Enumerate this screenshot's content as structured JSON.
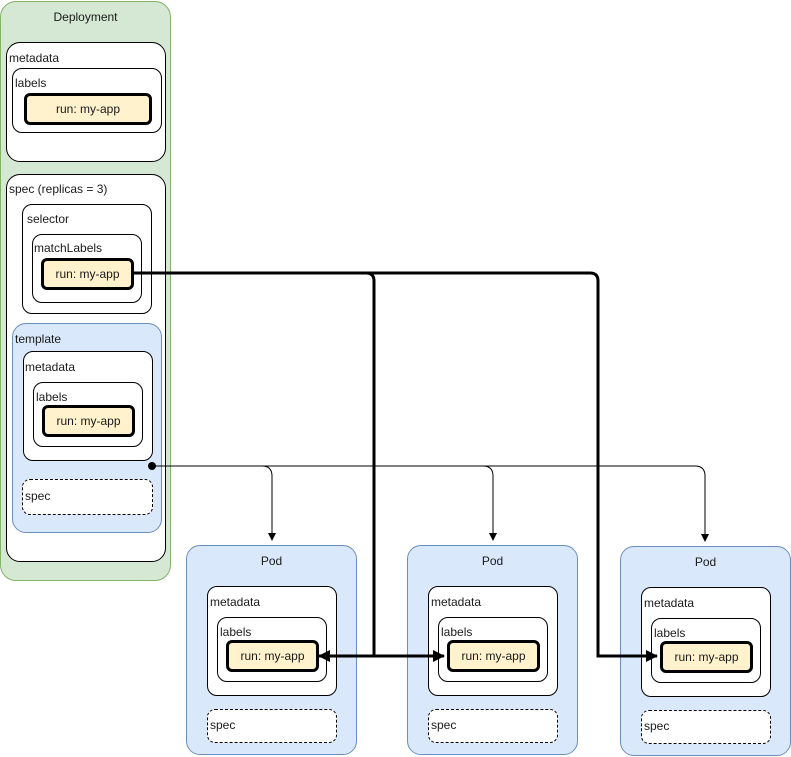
{
  "deployment": {
    "title": "Deployment",
    "metadata": {
      "title": "metadata",
      "labels": {
        "title": "labels",
        "value": "run: my-app"
      }
    },
    "spec": {
      "title": "spec (replicas = 3)",
      "selector": {
        "title": "selector",
        "matchLabels": {
          "title": "matchLabels",
          "value": "run: my-app"
        }
      },
      "template": {
        "title": "template",
        "metadata": {
          "title": "metadata",
          "labels": {
            "title": "labels",
            "value": "run: my-app"
          }
        },
        "spec": "spec"
      }
    }
  },
  "pods": [
    {
      "title": "Pod",
      "metadata": "metadata",
      "labels": "labels",
      "value": "run: my-app",
      "spec": "spec"
    },
    {
      "title": "Pod",
      "metadata": "metadata",
      "labels": "labels",
      "value": "run: my-app",
      "spec": "spec"
    },
    {
      "title": "Pod",
      "metadata": "metadata",
      "labels": "labels",
      "value": "run: my-app",
      "spec": "spec"
    }
  ],
  "colors": {
    "deployment_fill": "#d5e8d4",
    "deployment_border": "#82b366",
    "pod_fill": "#dae8fc",
    "pod_border": "#6c8ebf",
    "label_fill": "#fff2cc"
  }
}
